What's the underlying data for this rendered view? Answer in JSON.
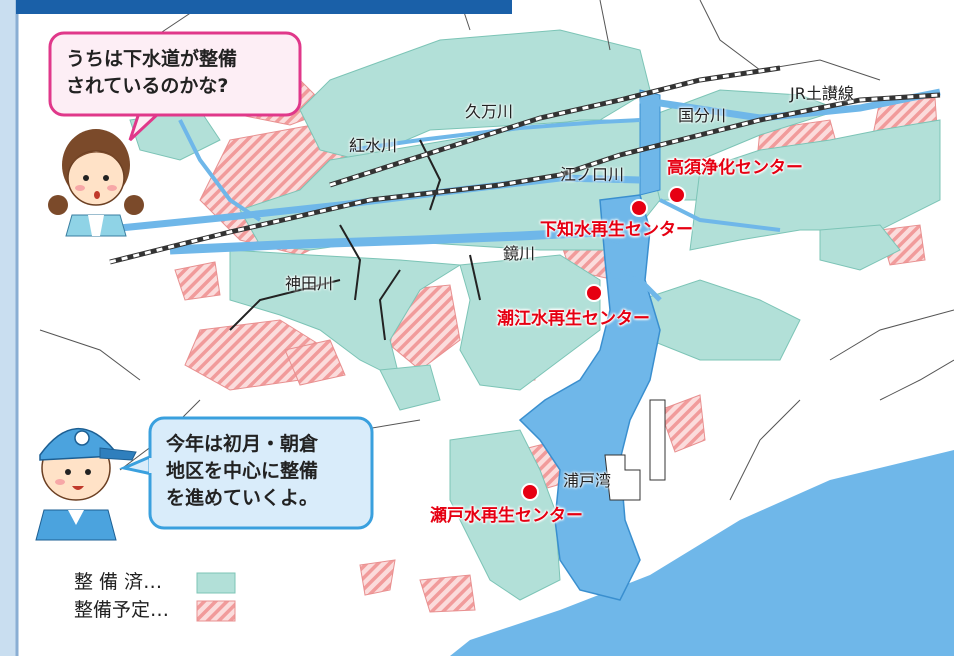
{
  "map": {
    "region_labels": {
      "kumagawa": "久万川",
      "kokubugawa": "国分川",
      "jr_line": "JR土讃線",
      "kosuigawa": "紅水川",
      "enokuchigawa": "江ノ口川",
      "kagamigawa": "鏡川",
      "kandagawa": "神田川",
      "urado_bay": "浦戸湾"
    },
    "plants": [
      {
        "id": "takasu",
        "name": "高須浄化センター"
      },
      {
        "id": "shimochi",
        "name": "下知水再生センター"
      },
      {
        "id": "shioe",
        "name": "潮江水再生センター"
      },
      {
        "id": "seto",
        "name": "瀬戸水再生センター"
      }
    ]
  },
  "speech": {
    "girl": {
      "line1": "うちは下水道が整備",
      "line2": "されているのかな?"
    },
    "boy": {
      "line1": "今年は初月・朝倉",
      "line2": "地区を中心に整備",
      "line3": "を進めていくよ。"
    }
  },
  "legend": {
    "done_label": "整 備 済…",
    "planned_label": "整備予定…"
  },
  "colors": {
    "developed": "#b2e0d8",
    "planned": "#f3b1b1",
    "water": "#6fb7e9",
    "plant_marker": "#e60012",
    "title_bar": "#1a60a8",
    "girl_bubble_border": "#e0388a",
    "boy_bubble_border": "#3aa0de"
  }
}
